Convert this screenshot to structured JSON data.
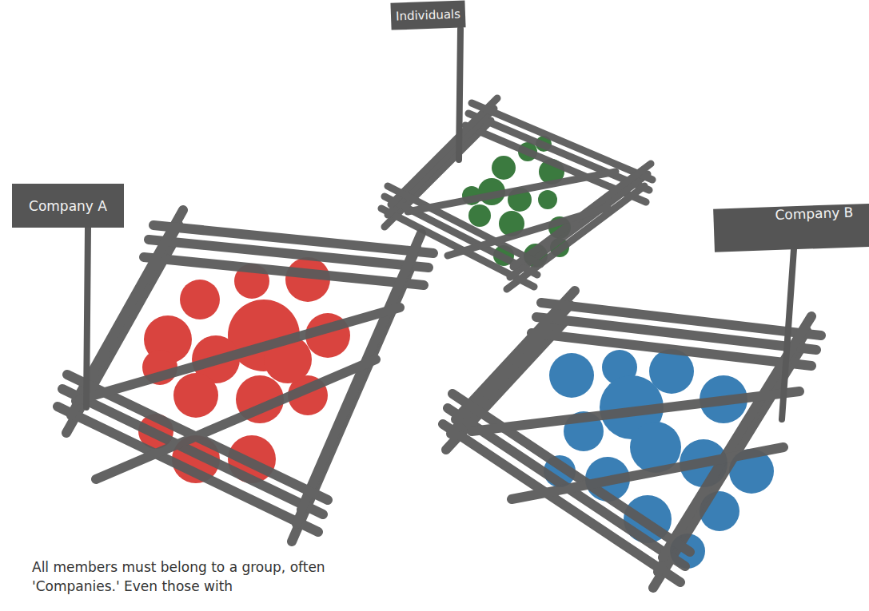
{
  "diagram": {
    "nodes": [
      {
        "text": [
          "Individuals"
        ]
      },
      {
        "text": [
          "Company A"
        ]
      },
      {
        "text": [
          "Company B"
        ]
      }
    ],
    "labels": [
      "All members must belong to a group, often 'Companies.' Even those with"
    ]
  }
}
